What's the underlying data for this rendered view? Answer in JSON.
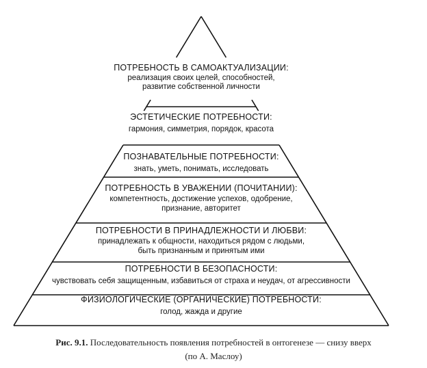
{
  "pyramid": {
    "levels": [
      {
        "title": "ФИЗИОЛОГИЧЕСКИЕ (ОРГАНИЧЕСКИЕ) ПОТРЕБНОСТИ:",
        "desc": [
          "голод, жажда и другие"
        ]
      },
      {
        "title": "ПОТРЕБНОСТИ В БЕЗОПАСНОСТИ:",
        "desc": [
          "чувствовать себя защищенным, избавиться от страха и неудач, от агрессивности"
        ]
      },
      {
        "title": "ПОТРЕБНОСТИ В ПРИНАДЛЕЖНОСТИ И ЛЮБВИ:",
        "desc": [
          "принадлежать к общности, находиться рядом с людьми,",
          "быть признанным и принятым ими"
        ]
      },
      {
        "title": "ПОТРЕБНОСТЬ В УВАЖЕНИИ (ПОЧИТАНИИ):",
        "desc": [
          "компетентность, достижение успехов, одобрение,",
          "признание, авторитет"
        ]
      },
      {
        "title": "ПОЗНАВАТЕЛЬНЫЕ ПОТРЕБНОСТИ:",
        "desc": [
          "знать, уметь, понимать, исследовать"
        ]
      },
      {
        "title": "ЭСТЕТИЧЕСКИЕ ПОТРЕБНОСТИ:",
        "desc": [
          "гармония, симметрия, порядок, красота"
        ]
      },
      {
        "title": "ПОТРЕБНОСТЬ В САМОАКТУАЛИЗАЦИИ:",
        "desc": [
          "реализация своих целей, способностей,",
          "развитие собственной личности"
        ]
      }
    ]
  },
  "caption": {
    "label": "Рис. 9.1.",
    "text": "Последовательность появления потребностей в онтогенезе — снизу вверх",
    "line2": "(по А. Маслоу)"
  }
}
